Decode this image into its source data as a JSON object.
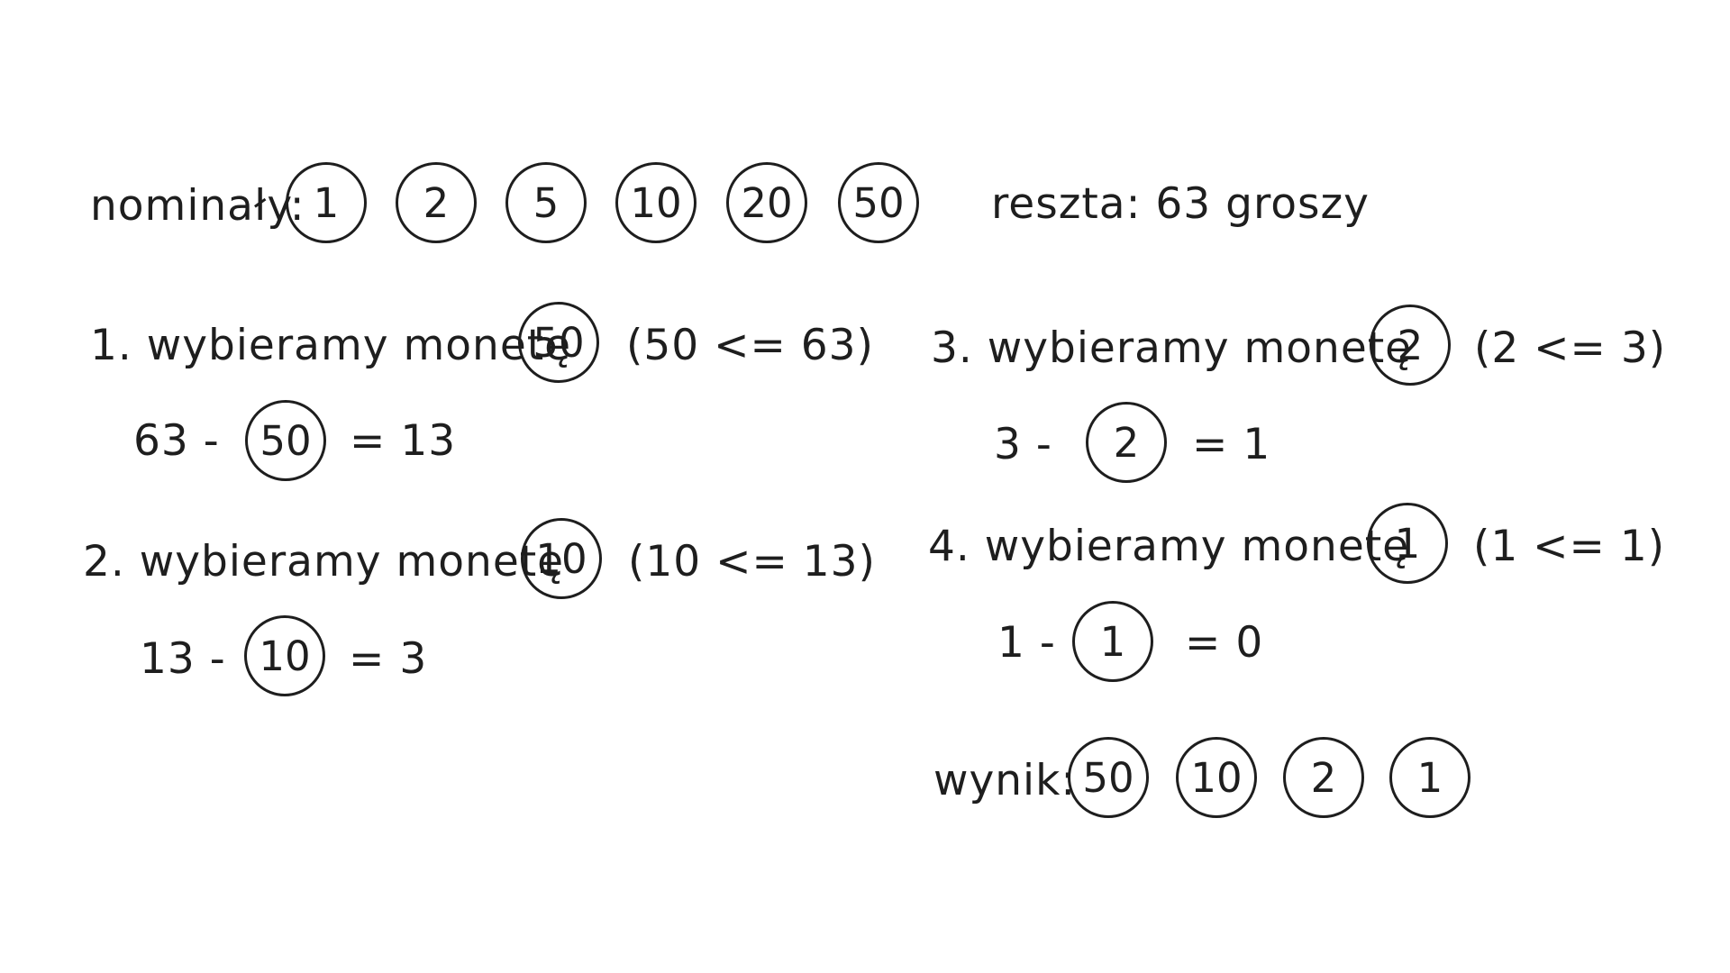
{
  "header": {
    "label": "nominały:",
    "coins": [
      "1",
      "2",
      "5",
      "10",
      "20",
      "50"
    ],
    "reszta": "reszta: 63 groszy"
  },
  "steps": [
    {
      "title": "1. wybieramy monetę",
      "coin": "50",
      "cond": "(50 <= 63)",
      "eq_left": "63 -",
      "eq_coin": "50",
      "eq_right": "= 13"
    },
    {
      "title": "2. wybieramy monetę",
      "coin": "10",
      "cond": "(10 <= 13)",
      "eq_left": "13 -",
      "eq_coin": "10",
      "eq_right": "= 3"
    },
    {
      "title": "3. wybieramy monetę",
      "coin": "2",
      "cond": "(2 <= 3)",
      "eq_left": "3 -",
      "eq_coin": "2",
      "eq_right": "= 1"
    },
    {
      "title": "4. wybieramy monetę",
      "coin": "1",
      "cond": "(1 <= 1)",
      "eq_left": "1 -",
      "eq_coin": "1",
      "eq_right": "= 0"
    }
  ],
  "result": {
    "label": "wynik:",
    "coins": [
      "50",
      "10",
      "2",
      "1"
    ]
  }
}
